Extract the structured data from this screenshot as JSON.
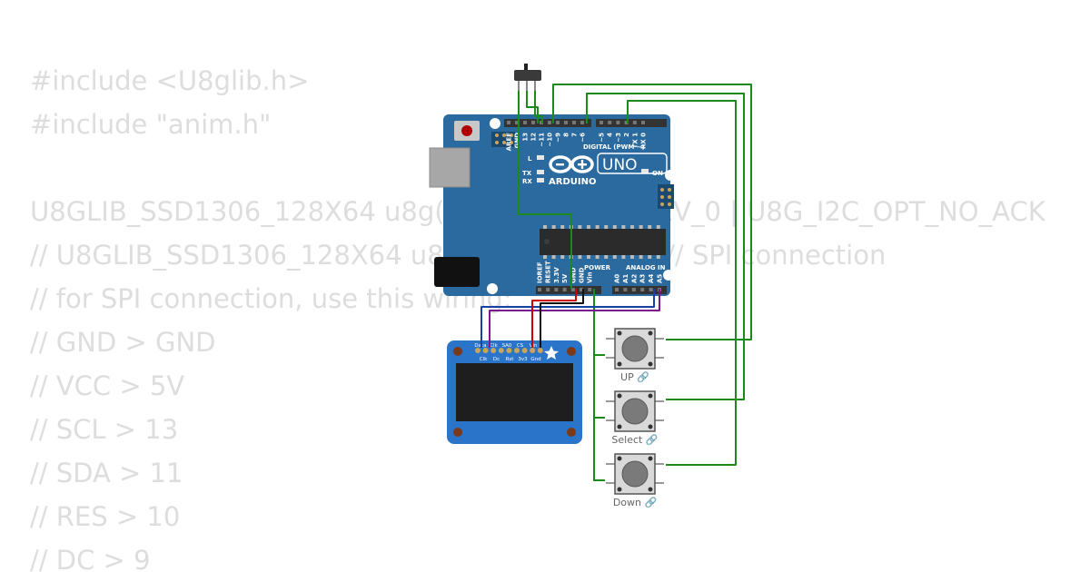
{
  "code": {
    "lines": [
      "#include <U8glib.h>",
      "#include \"anim.h\"",
      "",
      "U8GLIB_SSD1306_128X64 u8g(U8G_I2C_OPT_DEV_0 | U8G_I2C_OPT_NO_ACK",
      "// U8GLIB_SSD1306_128X64 u8g(13, 11, 10, 9); // SPI connection",
      "// for SPI connection, use this wiring:",
      "// GND > GND",
      "// VCC > 5V",
      "// SCL > 13",
      "// SDA > 11",
      "// RES > 10",
      "// DC > 9"
    ]
  },
  "arduino": {
    "digital_pins": [
      "AREF",
      "GND",
      "13",
      "12",
      "~11",
      "~10",
      "~9",
      "8",
      "7",
      "~6",
      "~5",
      "4",
      "~3",
      "2",
      "TX 1",
      "RX 0"
    ],
    "digital_label": "DIGITAL (PWM ~)",
    "power_label": "POWER",
    "analog_label": "ANALOG IN",
    "power_pins": [
      "IOREF",
      "RESET",
      "3.3V",
      "5V",
      "GND",
      "GND",
      "Vin"
    ],
    "analog_pins": [
      "A0",
      "A1",
      "A2",
      "A3",
      "A4",
      "A5"
    ],
    "led_l": "L",
    "led_tx": "TX",
    "led_rx": "RX",
    "on_label": "ON",
    "uno_label": "UNO",
    "brand_label": "ARDUINO",
    "board_color": "#2a6a9e"
  },
  "oled": {
    "top_pins": [
      "Data",
      "Clk",
      "SA0",
      "CS",
      "Vin"
    ],
    "bottom_pins": [
      "Clk",
      "Dc",
      "Rst",
      "3v3",
      "Gnd"
    ]
  },
  "buttons": [
    {
      "label": "UP 🔗"
    },
    {
      "label": "Select 🔗"
    },
    {
      "label": "Down 🔗"
    }
  ],
  "wire_colors": {
    "green": "#1a8a1a",
    "red": "#cc0000",
    "black": "#111111",
    "blue": "#1a3fa8",
    "purple": "#7a1a8a"
  }
}
